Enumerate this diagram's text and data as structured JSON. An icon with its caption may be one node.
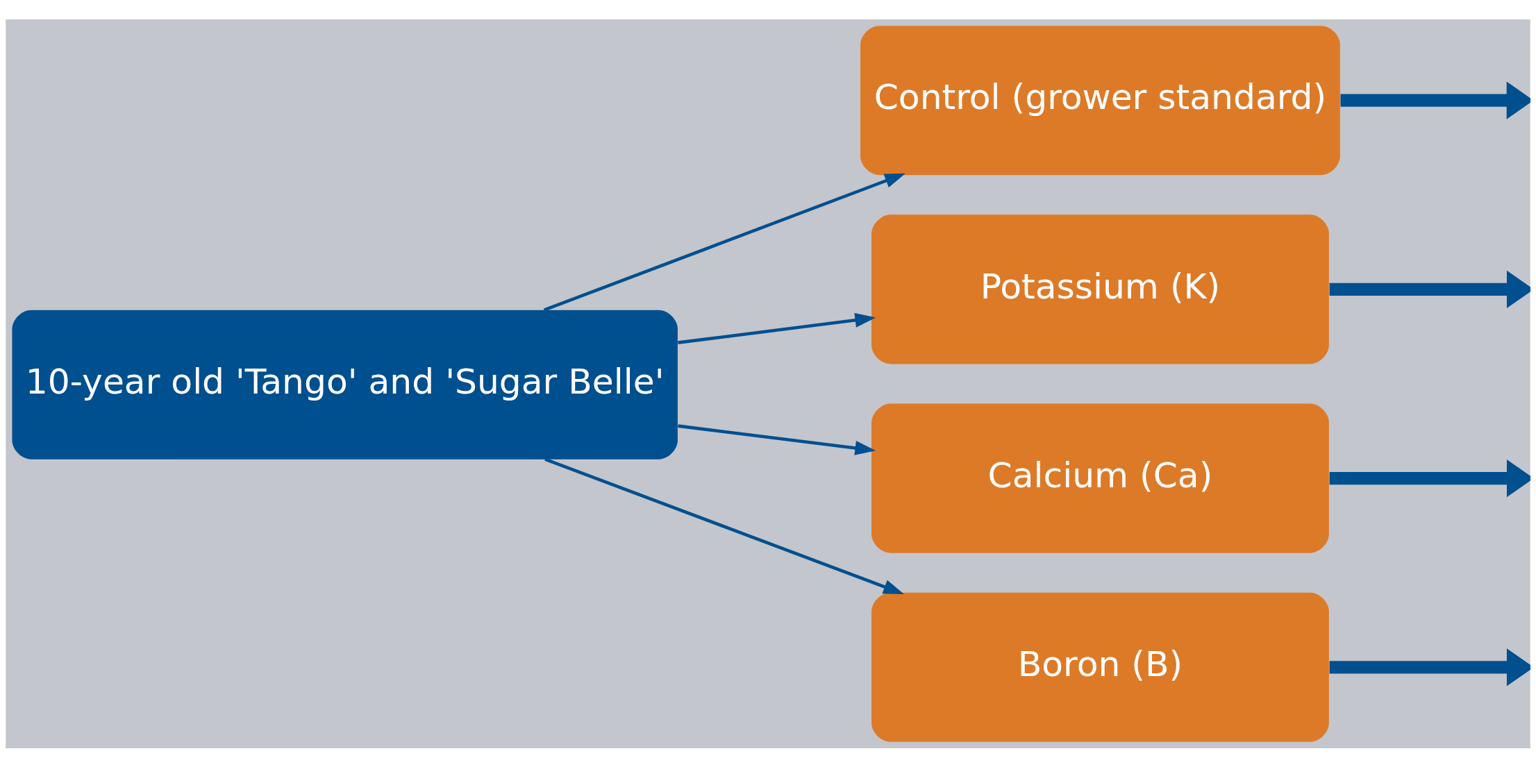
{
  "diagram": {
    "nodes": [
      {
        "text": [
          "10-year old 'Tango' and 'Sugar Belle'"
        ]
      },
      {
        "text": [
          "Control (grower standard)"
        ]
      },
      {
        "text": [
          "Potassium (K)"
        ]
      },
      {
        "text": [
          "Calcium (Ca)"
        ]
      },
      {
        "text": [
          "Boron (B)"
        ]
      }
    ],
    "edges": [
      {
        "from": 0,
        "to": 1,
        "arrow": "to"
      },
      {
        "from": 0,
        "to": 2,
        "arrow": "to"
      },
      {
        "from": 0,
        "to": 3,
        "arrow": "to"
      },
      {
        "from": 0,
        "to": 4,
        "arrow": "to"
      },
      {
        "from": 1,
        "to": null,
        "arrow": "to",
        "style": "thick"
      },
      {
        "from": 2,
        "to": null,
        "arrow": "to",
        "style": "thick"
      },
      {
        "from": 3,
        "to": null,
        "arrow": "to",
        "style": "thick"
      },
      {
        "from": 4,
        "to": null,
        "arrow": "to",
        "style": "thick"
      }
    ]
  }
}
